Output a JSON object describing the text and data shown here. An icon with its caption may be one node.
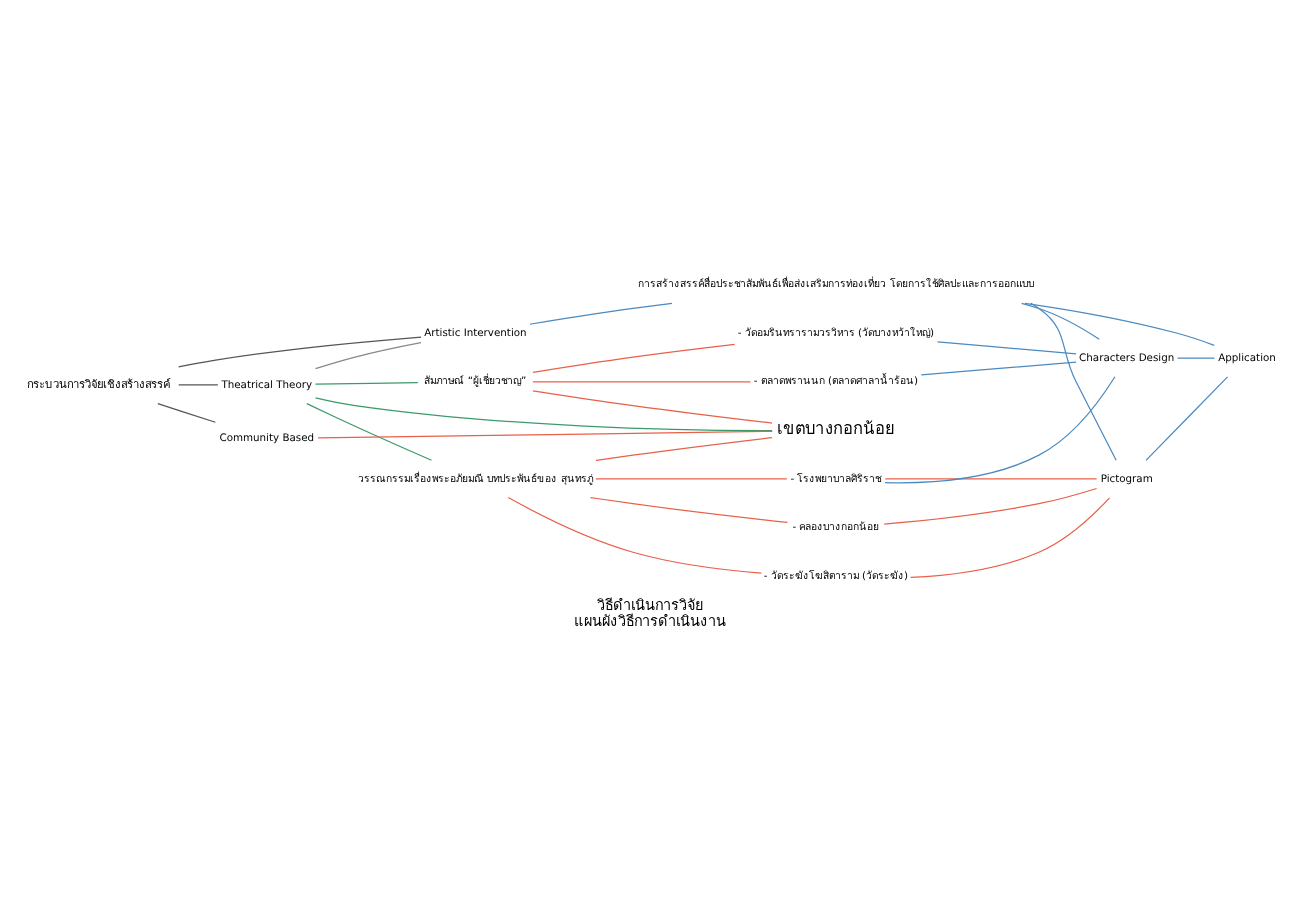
{
  "diagram": {
    "title": "วิธีดำเนินการวิจัย",
    "caption": "แผนผังวิธีการดำเนินงาน",
    "nodes": [
      {
        "text": [
          "กระบวนการวิจัยเชิงสร้างสรรค์"
        ]
      },
      {
        "text": [
          "Theatrical Theory"
        ]
      },
      {
        "text": [
          "Community Based"
        ]
      },
      {
        "text": [
          "Artistic Intervention"
        ]
      },
      {
        "text": [
          "วรรณกรรมเรื่องพระอภัยมณี บทประพันธ์ของ สุนทรภู่"
        ]
      },
      {
        "text": [
          "สัมภาษณ์ “ผู้เชี่ยวชาญ”"
        ]
      },
      {
        "text": [
          "เขตบางกอกน้อย"
        ]
      },
      {
        "text": [
          "- โรงพยาบาลศิริราช"
        ]
      },
      {
        "text": [
          "- คลองบางกอกน้อย"
        ]
      },
      {
        "text": [
          "- วัดระฆังโฆสิตาราม (วัดระฆัง)"
        ]
      },
      {
        "text": [
          "- วัดอมรินทรารามวรวิหาร (วัดบางหว้าใหญ่)"
        ]
      },
      {
        "text": [
          "- ตลาดพรานนก (ตลาดศาลาน้ำร้อน)"
        ]
      },
      {
        "text": [
          "การสร้างสรรค์สื่อประชาสัมพันธ์เพื่อส่งเสริมการท่องเที่ยว โดยการใช้ศิลปะและการออกแบบ"
        ]
      },
      {
        "text": [
          "Pictogram"
        ]
      },
      {
        "text": [
          "Characters Design"
        ]
      },
      {
        "text": [
          "Application"
        ]
      }
    ],
    "edges": [
      {
        "from": 0,
        "to": 1,
        "arrow": "none",
        "color": "#555555"
      },
      {
        "from": 0,
        "to": 2,
        "arrow": "none",
        "color": "#555555"
      },
      {
        "from": 0,
        "to": 3,
        "arrow": "none",
        "color": "#555555"
      },
      {
        "from": 1,
        "to": 3,
        "arrow": "none",
        "color": "#888888"
      },
      {
        "from": 1,
        "to": 4,
        "arrow": "none",
        "color": "#3a9a6a"
      },
      {
        "from": 1,
        "to": 5,
        "arrow": "none",
        "color": "#3a9a6a"
      },
      {
        "from": 1,
        "to": 6,
        "arrow": "none",
        "color": "#3a9a6a"
      },
      {
        "from": 2,
        "to": 6,
        "arrow": "none",
        "color": "#e8604a"
      },
      {
        "from": 4,
        "to": 6,
        "arrow": "none",
        "color": "#e8604a"
      },
      {
        "from": 5,
        "to": 6,
        "arrow": "none",
        "color": "#e8604a"
      },
      {
        "from": 4,
        "to": 7,
        "arrow": "none",
        "color": "#e8604a"
      },
      {
        "from": 4,
        "to": 8,
        "arrow": "none",
        "color": "#e8604a"
      },
      {
        "from": 4,
        "to": 9,
        "arrow": "none",
        "color": "#e8604a"
      },
      {
        "from": 5,
        "to": 10,
        "arrow": "none",
        "color": "#e8604a"
      },
      {
        "from": 5,
        "to": 11,
        "arrow": "none",
        "color": "#e8604a"
      },
      {
        "from": 7,
        "to": 13,
        "arrow": "none",
        "color": "#e8604a"
      },
      {
        "from": 8,
        "to": 13,
        "arrow": "none",
        "color": "#e8604a"
      },
      {
        "from": 9,
        "to": 13,
        "arrow": "none",
        "color": "#e8604a"
      },
      {
        "from": 7,
        "to": 14,
        "arrow": "none",
        "color": "#4a8ac0"
      },
      {
        "from": 10,
        "to": 14,
        "arrow": "none",
        "color": "#4a8ac0"
      },
      {
        "from": 11,
        "to": 14,
        "arrow": "none",
        "color": "#4a8ac0"
      },
      {
        "from": 3,
        "to": 12,
        "arrow": "none",
        "color": "#4a8ac0"
      },
      {
        "from": 12,
        "to": 13,
        "arrow": "none",
        "color": "#4a8ac0"
      },
      {
        "from": 12,
        "to": 14,
        "arrow": "none",
        "color": "#4a8ac0"
      },
      {
        "from": 12,
        "to": 15,
        "arrow": "none",
        "color": "#4a8ac0"
      },
      {
        "from": 13,
        "to": 15,
        "arrow": "none",
        "color": "#4a8ac0"
      },
      {
        "from": 14,
        "to": 15,
        "arrow": "none",
        "color": "#4a8ac0"
      }
    ]
  }
}
